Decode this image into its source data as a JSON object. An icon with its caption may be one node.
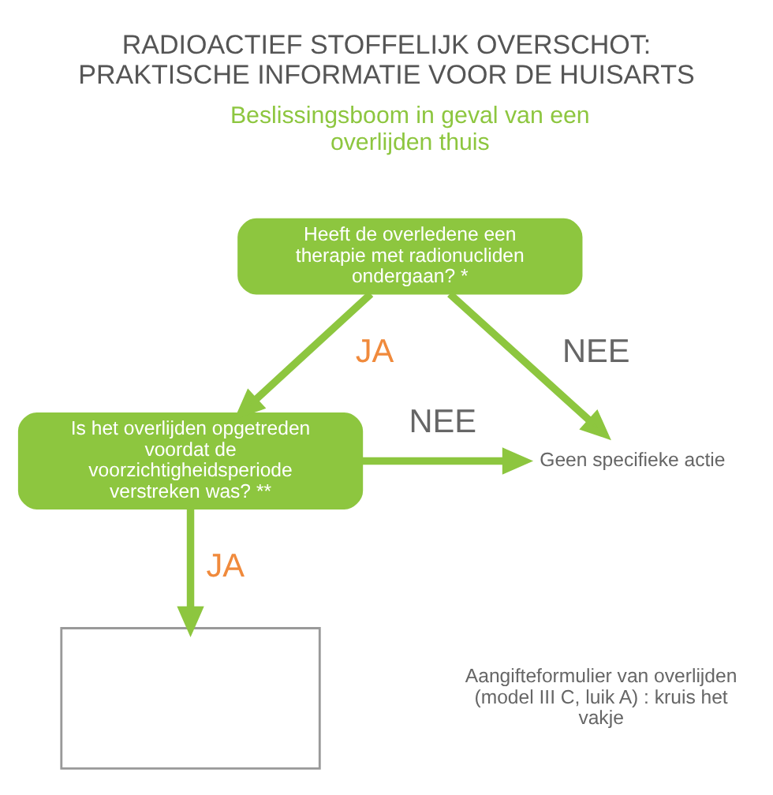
{
  "diagram": {
    "title": "RADIOACTIEF STOFFELIJK OVERSCHOT: PRAKTISCHE INFORMATIE VOOR DE HUISARTS",
    "nodes": [
      {
        "text": [
          "Heeft de overledene een therapie met radionucliden ondergaan? *"
        ]
      },
      {
        "text": [
          "Is het overlijden opgetreden voordat de voorzichtigheidsperiode verstreken was? **"
        ]
      },
      {
        "text": [
          "Geen specifieke actie"
        ]
      },
      {
        "text": [],
        "shape": "box"
      }
    ],
    "edges": [
      {
        "from": 0,
        "to": 1,
        "arrow": "to",
        "label": "JA"
      },
      {
        "from": 0,
        "to": 2,
        "arrow": "to",
        "label": "NEE"
      },
      {
        "from": 1,
        "to": 3,
        "arrow": "to",
        "label": "JA"
      },
      {
        "from": 1,
        "to": 2,
        "arrow": "to",
        "label": "NEE"
      }
    ],
    "labels": [
      "Beslissingsboom in geval van een overlijden thuis",
      "Aangifteformulier van overlijden (model III C, luik A) : kruis het vakje"
    ]
  }
}
